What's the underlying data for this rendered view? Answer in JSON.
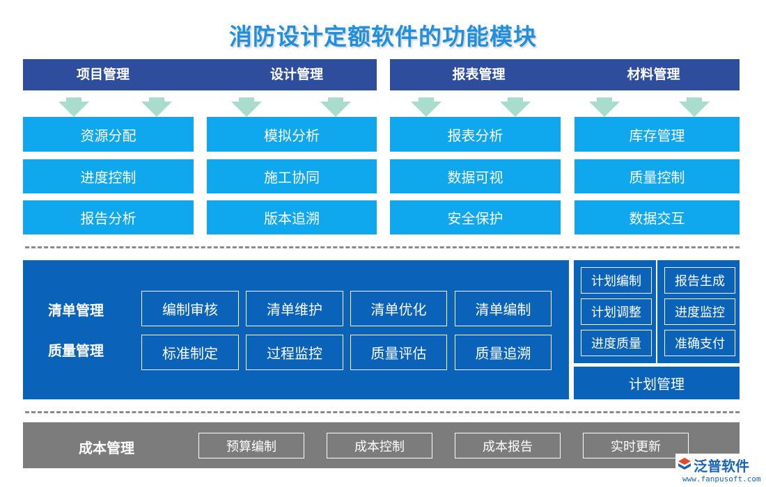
{
  "title": "消防设计定额软件的功能模块",
  "top_headers": {
    "left": [
      "项目管理",
      "设计管理"
    ],
    "right": [
      "报表管理",
      "材料管理"
    ]
  },
  "grid": {
    "col1": [
      "资源分配",
      "进度控制",
      "报告分析"
    ],
    "col2": [
      "模拟分析",
      "施工协同",
      "版本追溯"
    ],
    "col3": [
      "报表分析",
      "数据可视",
      "安全保护"
    ],
    "col4": [
      "库存管理",
      "质量控制",
      "数据交互"
    ]
  },
  "middle": {
    "labels": [
      "清单管理",
      "质量管理"
    ],
    "row1": [
      "编制审核",
      "清单维护",
      "清单优化",
      "清单编制"
    ],
    "row2": [
      "标准制定",
      "过程监控",
      "质量评估",
      "质量追溯"
    ]
  },
  "plan": {
    "left": [
      "计划编制",
      "计划调整",
      "进度质量"
    ],
    "right": [
      "报告生成",
      "进度监控",
      "准确支付"
    ],
    "footer": "计划管理"
  },
  "cost": {
    "label": "成本管理",
    "items": [
      "预算编制",
      "成本控制",
      "成本报告",
      "实时更新"
    ]
  },
  "watermark": {
    "logo_text": "泛普软件",
    "url": "www.fanpusoft.com"
  },
  "colors": {
    "header_navy": "#2e4e9d",
    "cell_cyan": "#0fa8ee",
    "panel_blue": "#0a63b8",
    "cost_gray": "#7c7c7c",
    "arrow_mint": "#a8dccd",
    "title_blue": "#1f8fe0"
  }
}
